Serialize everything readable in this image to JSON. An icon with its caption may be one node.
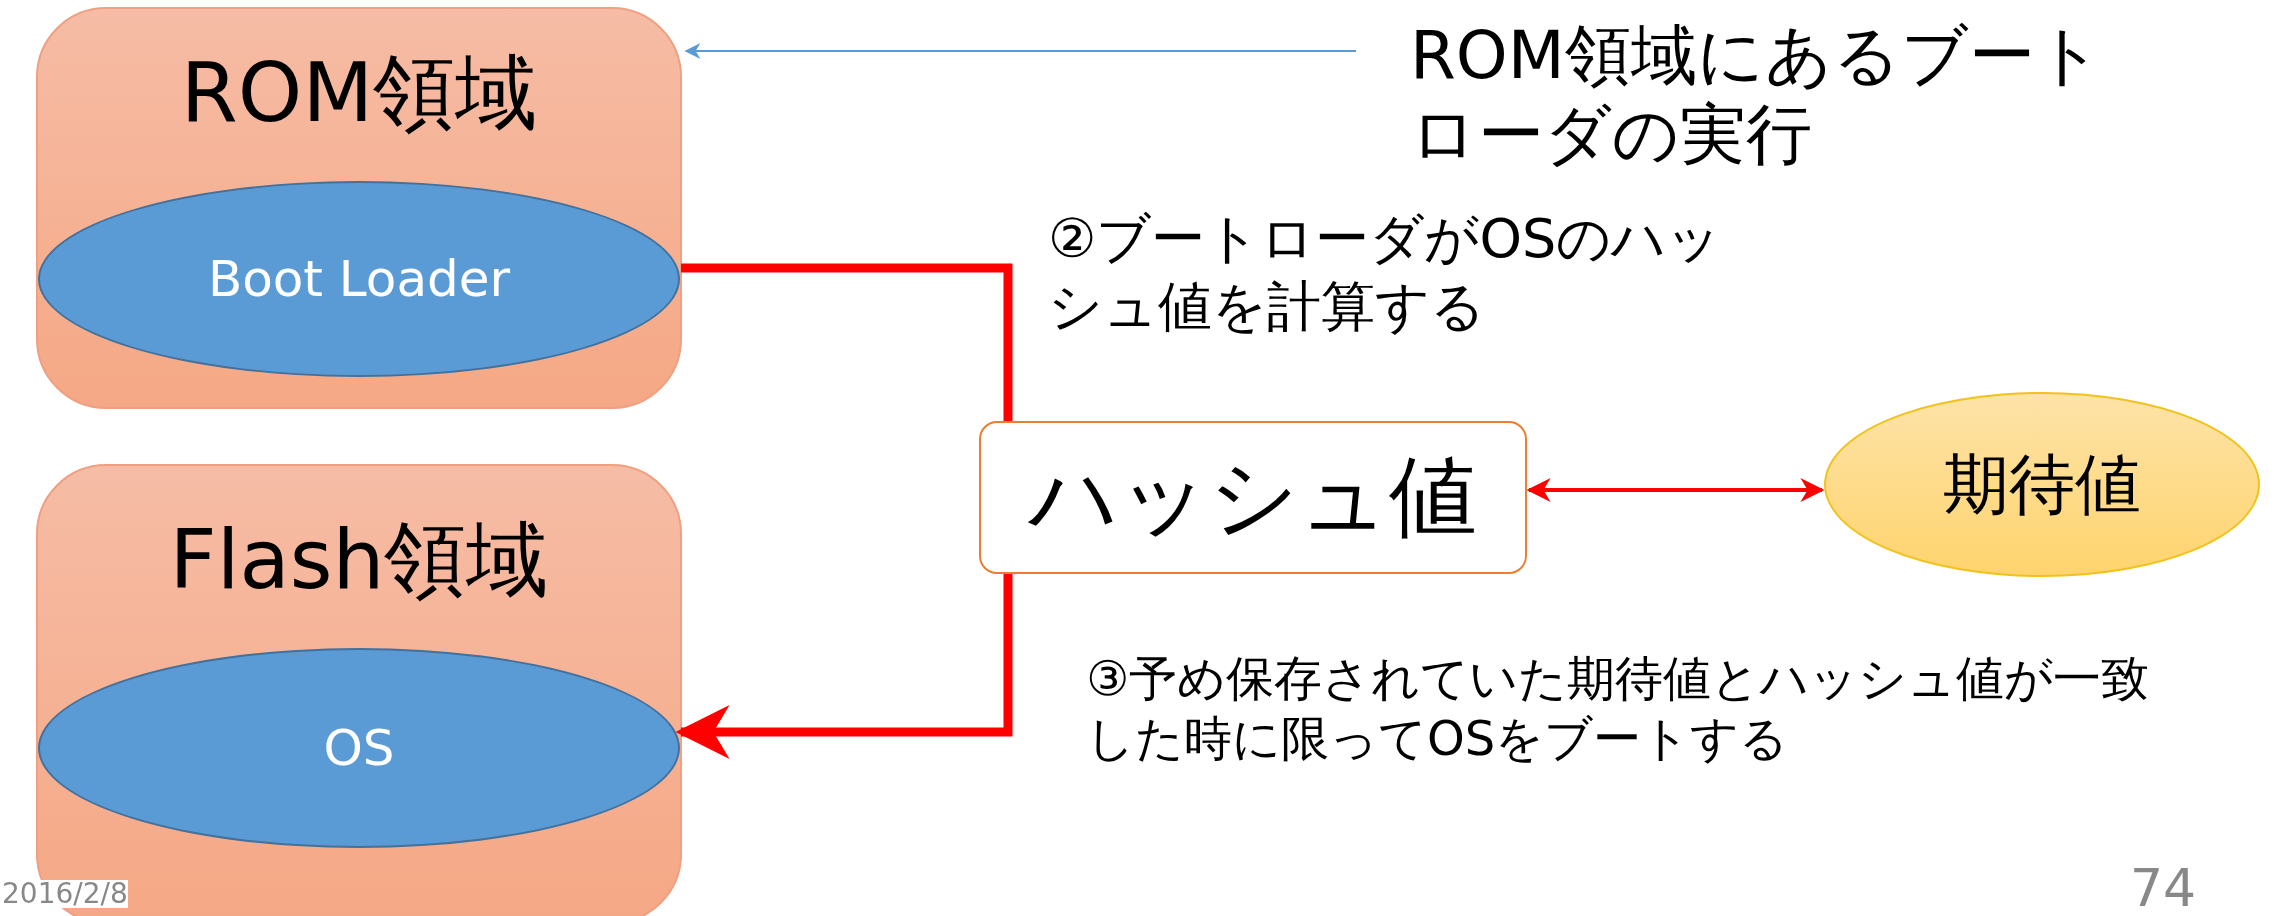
{
  "diagram": {
    "nodes": [
      {
        "text": [
          "ROM領域"
        ]
      },
      {
        "text": [
          "Boot Loader"
        ],
        "in": 0
      },
      {
        "text": [
          "Flash領域"
        ]
      },
      {
        "text": [
          "OS"
        ],
        "in": 2
      },
      {
        "text": [
          "ハッシュ値"
        ]
      },
      {
        "text": [
          "期待値"
        ]
      },
      {
        "text": [
          "ROM領域にあるブートローダの実行"
        ]
      }
    ],
    "edges": [
      {
        "from": 6,
        "to": 0,
        "arrow": "to",
        "color": "#5b9bd5"
      },
      {
        "from": 1,
        "to": 4,
        "arrow": "none",
        "style": "thick"
      },
      {
        "from": 4,
        "to": 3,
        "arrow": "to",
        "style": "thick"
      },
      {
        "from": 4,
        "to": 5,
        "arrow": "both"
      }
    ],
    "labels": [
      "②ブートローダがOSのハッシュ値を計算する",
      "③予め保存されていた期待値とハッシュ値が一致した時に限ってOSをブートする",
      "2016/2/8",
      "74"
    ]
  }
}
